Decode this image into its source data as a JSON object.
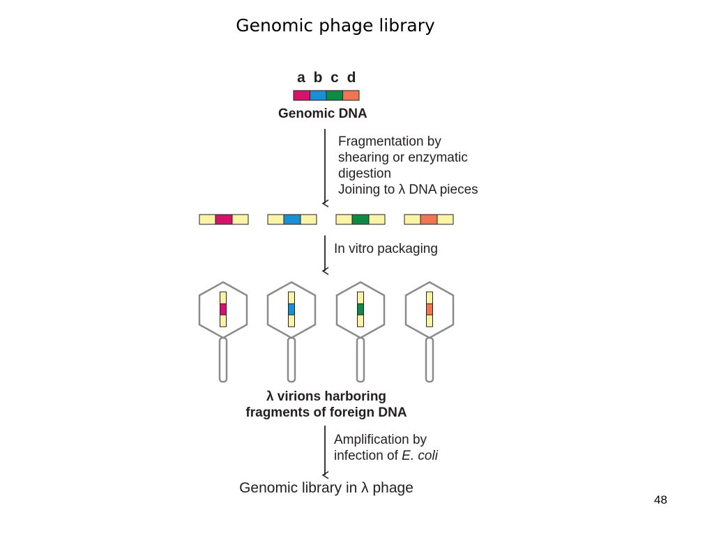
{
  "title": "Genomic phage library",
  "genomic_dna": {
    "letters": [
      "a",
      "b",
      "c",
      "d"
    ],
    "label": "Genomic DNA"
  },
  "segment_colors": {
    "a": "#d4146a",
    "b": "#1b8fd6",
    "c": "#0f8a45",
    "d": "#ee7653"
  },
  "vector_arm_color": "#fbf4a6",
  "steps": {
    "fragmentation": [
      "Fragmentation by",
      "shearing or enzymatic",
      "digestion",
      "Joining to λ DNA pieces"
    ],
    "packaging": [
      "In vitro packaging"
    ],
    "amplification": {
      "line1": "Amplification by",
      "line2_prefix": "infection of ",
      "line2_italic": "E. coli"
    }
  },
  "virion_caption": [
    "λ virions harboring",
    "fragments of foreign DNA"
  ],
  "final_label": "Genomic library in λ phage",
  "page_number": "48"
}
